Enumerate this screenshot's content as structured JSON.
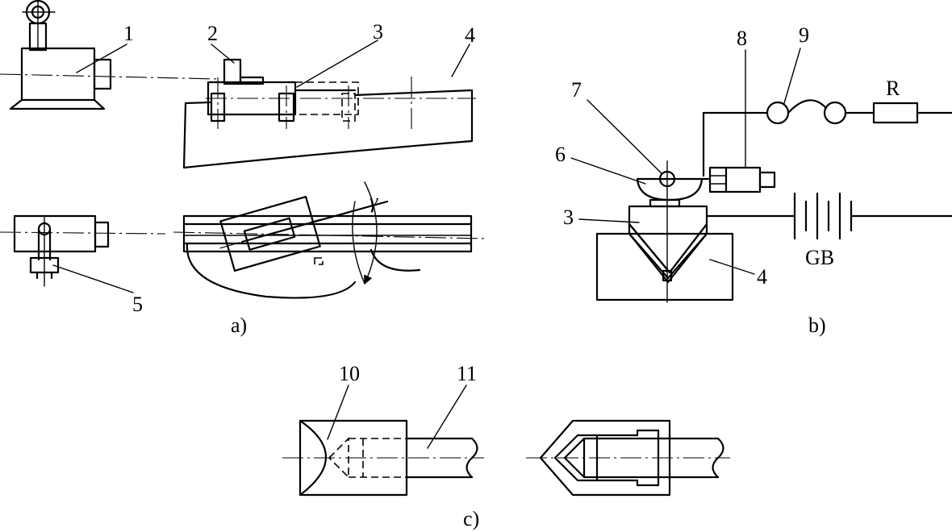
{
  "labels": {
    "n1": "1",
    "n2": "2",
    "n3a": "3",
    "n4a": "4",
    "n5": "5",
    "gamma": "γ",
    "n6": "6",
    "n7": "7",
    "n8": "8",
    "n9": "9",
    "R": "R",
    "n3b": "3",
    "n4b": "4",
    "GB": "GB",
    "n10": "10",
    "n11": "11"
  },
  "captions": {
    "a": "a)",
    "b": "b)",
    "c": "c)"
  }
}
